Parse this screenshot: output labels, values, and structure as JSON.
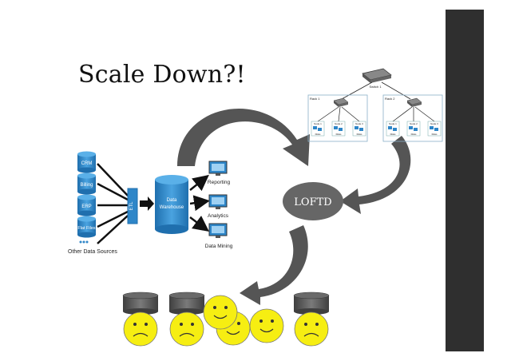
{
  "slide": {
    "title": "Scale Down?!"
  },
  "sources": [
    {
      "label": "CRM"
    },
    {
      "label": "Billing"
    },
    {
      "label": "ERP"
    },
    {
      "label": "Flat Files"
    }
  ],
  "other_sources_label": "Other Data Sources",
  "etl_label": "ETL",
  "warehouse_label": "Data Warehouse",
  "outputs": [
    {
      "label": "Reporting"
    },
    {
      "label": "Analytics"
    },
    {
      "label": "Data Mining"
    }
  ],
  "cluster": {
    "switch_label": "Switch 1",
    "racks": [
      {
        "label": "Rack 1",
        "nodes": [
          "Node 1",
          "Node 2",
          "Node 3"
        ]
      },
      {
        "label": "Rack 2",
        "nodes": [
          "Node 1",
          "Node 2",
          "Node 3"
        ]
      }
    ],
    "disk_label": "Disks"
  },
  "center_label": "LOFTD",
  "colors": {
    "arrow": "#555555",
    "db_blue": "#2e86c8",
    "smiley": "#f6ee12",
    "cylinder": "#5a5a5a",
    "bar": "#2f2f2f"
  }
}
